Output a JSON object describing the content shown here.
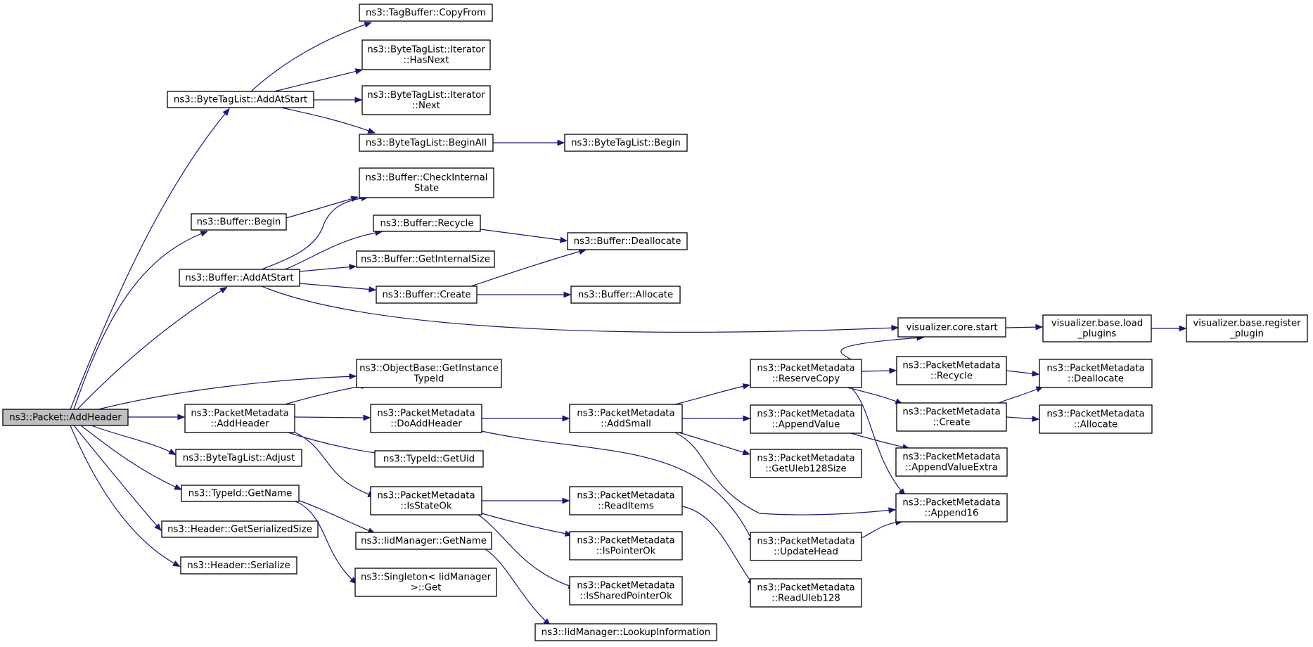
{
  "colors": {
    "edge": "#191970",
    "root_fill": "#bfbfbf",
    "node_fill": "#ffffff"
  },
  "nodes": [
    {
      "id": "n0",
      "lines": [
        "ns3::Packet::AddHeader"
      ],
      "root": true
    },
    {
      "id": "n1",
      "lines": [
        "ns3::ByteTagList::AddAtStart"
      ]
    },
    {
      "id": "n2",
      "lines": [
        "ns3::TagBuffer::CopyFrom"
      ]
    },
    {
      "id": "n3",
      "lines": [
        "ns3::ByteTagList::Iterator",
        "::HasNext"
      ]
    },
    {
      "id": "n4",
      "lines": [
        "ns3::ByteTagList::Iterator",
        "::Next"
      ]
    },
    {
      "id": "n5",
      "lines": [
        "ns3::ByteTagList::BeginAll"
      ]
    },
    {
      "id": "n6",
      "lines": [
        "ns3::ByteTagList::Begin"
      ]
    },
    {
      "id": "n7",
      "lines": [
        "ns3::Buffer::Begin"
      ]
    },
    {
      "id": "n8",
      "lines": [
        "ns3::Buffer::CheckInternal",
        "State"
      ]
    },
    {
      "id": "n9",
      "lines": [
        "ns3::Buffer::AddAtStart"
      ]
    },
    {
      "id": "n10",
      "lines": [
        "ns3::Buffer::Recycle"
      ]
    },
    {
      "id": "n11",
      "lines": [
        "ns3::Buffer::Deallocate"
      ]
    },
    {
      "id": "n12",
      "lines": [
        "ns3::Buffer::GetInternalSize"
      ]
    },
    {
      "id": "n13",
      "lines": [
        "ns3::Buffer::Create"
      ]
    },
    {
      "id": "n14",
      "lines": [
        "ns3::Buffer::Allocate"
      ]
    },
    {
      "id": "n15",
      "lines": [
        "visualizer.core.start"
      ]
    },
    {
      "id": "n16",
      "lines": [
        "visualizer.base.load",
        "_plugins"
      ]
    },
    {
      "id": "n17",
      "lines": [
        "visualizer.base.register",
        "_plugin"
      ]
    },
    {
      "id": "n18",
      "lines": [
        "ns3::ObjectBase::GetInstance",
        "TypeId"
      ]
    },
    {
      "id": "n19",
      "lines": [
        "ns3::PacketMetadata",
        "::AddHeader"
      ]
    },
    {
      "id": "n20",
      "lines": [
        "ns3::PacketMetadata",
        "::DoAddHeader"
      ]
    },
    {
      "id": "n21",
      "lines": [
        "ns3::PacketMetadata",
        "::AddSmall"
      ]
    },
    {
      "id": "n22",
      "lines": [
        "ns3::PacketMetadata",
        "::ReserveCopy"
      ]
    },
    {
      "id": "n23",
      "lines": [
        "ns3::PacketMetadata",
        "::Recycle"
      ]
    },
    {
      "id": "n24",
      "lines": [
        "ns3::PacketMetadata",
        "::Deallocate"
      ]
    },
    {
      "id": "n25",
      "lines": [
        "ns3::PacketMetadata",
        "::Create"
      ]
    },
    {
      "id": "n26",
      "lines": [
        "ns3::PacketMetadata",
        "::Allocate"
      ]
    },
    {
      "id": "n27",
      "lines": [
        "ns3::PacketMetadata",
        "::AppendValue"
      ]
    },
    {
      "id": "n28",
      "lines": [
        "ns3::PacketMetadata",
        "::AppendValueExtra"
      ]
    },
    {
      "id": "n29",
      "lines": [
        "ns3::PacketMetadata",
        "::GetUleb128Size"
      ]
    },
    {
      "id": "n30",
      "lines": [
        "ns3::PacketMetadata",
        "::Append16"
      ]
    },
    {
      "id": "n31",
      "lines": [
        "ns3::PacketMetadata",
        "::UpdateHead"
      ]
    },
    {
      "id": "n32",
      "lines": [
        "ns3::TypeId::GetUid"
      ]
    },
    {
      "id": "n33",
      "lines": [
        "ns3::PacketMetadata",
        "::IsStateOk"
      ]
    },
    {
      "id": "n34",
      "lines": [
        "ns3::PacketMetadata",
        "::ReadItems"
      ]
    },
    {
      "id": "n35",
      "lines": [
        "ns3::PacketMetadata",
        "::ReadUleb128"
      ]
    },
    {
      "id": "n36",
      "lines": [
        "ns3::PacketMetadata",
        "::IsPointerOk"
      ]
    },
    {
      "id": "n37",
      "lines": [
        "ns3::PacketMetadata",
        "::IsSharedPointerOk"
      ]
    },
    {
      "id": "n38",
      "lines": [
        "ns3::ByteTagList::Adjust"
      ]
    },
    {
      "id": "n39",
      "lines": [
        "ns3::TypeId::GetName"
      ]
    },
    {
      "id": "n40",
      "lines": [
        "ns3::IidManager::GetName"
      ]
    },
    {
      "id": "n41",
      "lines": [
        "ns3::Singleton< IidManager",
        ">::Get"
      ]
    },
    {
      "id": "n42",
      "lines": [
        "ns3::IidManager::LookupInformation"
      ]
    },
    {
      "id": "n43",
      "lines": [
        "ns3::Header::GetSerializedSize"
      ]
    },
    {
      "id": "n44",
      "lines": [
        "ns3::Header::Serialize"
      ]
    }
  ],
  "edges": [
    [
      "n0",
      "n1"
    ],
    [
      "n1",
      "n2"
    ],
    [
      "n1",
      "n3"
    ],
    [
      "n1",
      "n4"
    ],
    [
      "n1",
      "n5"
    ],
    [
      "n5",
      "n6"
    ],
    [
      "n0",
      "n7"
    ],
    [
      "n7",
      "n8"
    ],
    [
      "n0",
      "n9"
    ],
    [
      "n9",
      "n8"
    ],
    [
      "n9",
      "n10"
    ],
    [
      "n10",
      "n11"
    ],
    [
      "n9",
      "n12"
    ],
    [
      "n9",
      "n13"
    ],
    [
      "n13",
      "n11"
    ],
    [
      "n13",
      "n14"
    ],
    [
      "n9",
      "n15"
    ],
    [
      "n15",
      "n16"
    ],
    [
      "n16",
      "n17"
    ],
    [
      "n0",
      "n18"
    ],
    [
      "n0",
      "n19"
    ],
    [
      "n19",
      "n18"
    ],
    [
      "n19",
      "n20"
    ],
    [
      "n20",
      "n21"
    ],
    [
      "n21",
      "n22"
    ],
    [
      "n22",
      "n15"
    ],
    [
      "n22",
      "n23"
    ],
    [
      "n23",
      "n24"
    ],
    [
      "n22",
      "n25"
    ],
    [
      "n25",
      "n24"
    ],
    [
      "n25",
      "n26"
    ],
    [
      "n21",
      "n27"
    ],
    [
      "n27",
      "n28"
    ],
    [
      "n21",
      "n29"
    ],
    [
      "n21",
      "n30"
    ],
    [
      "n22",
      "n30"
    ],
    [
      "n20",
      "n31"
    ],
    [
      "n31",
      "n30"
    ],
    [
      "n19",
      "n32"
    ],
    [
      "n19",
      "n33"
    ],
    [
      "n33",
      "n34"
    ],
    [
      "n34",
      "n35"
    ],
    [
      "n33",
      "n36"
    ],
    [
      "n33",
      "n37"
    ],
    [
      "n0",
      "n38"
    ],
    [
      "n0",
      "n39"
    ],
    [
      "n39",
      "n40"
    ],
    [
      "n40",
      "n42"
    ],
    [
      "n39",
      "n41"
    ],
    [
      "n0",
      "n43"
    ],
    [
      "n0",
      "n44"
    ]
  ]
}
